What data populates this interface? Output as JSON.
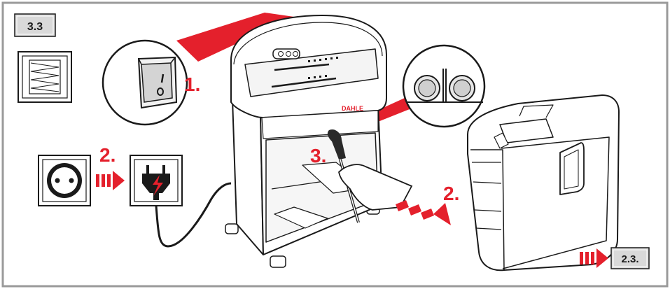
{
  "section_tag": "3.3",
  "next_tag": "2.3.",
  "brand": "DAHLE",
  "steps": {
    "switch_off": "1.",
    "unplug": "2.",
    "clean": "3.",
    "remove_bin": "2."
  },
  "colors": {
    "accent": "#e4202c",
    "frame": "#9a9a9a",
    "tag_fill": "#d9d9d9",
    "line": "#1a1a1a"
  },
  "icons": [
    "paper-stack-icon",
    "power-switch-icon",
    "power-socket-icon",
    "unplug-icon",
    "sensor-icon",
    "brush-icon",
    "arrow-right-icon"
  ]
}
